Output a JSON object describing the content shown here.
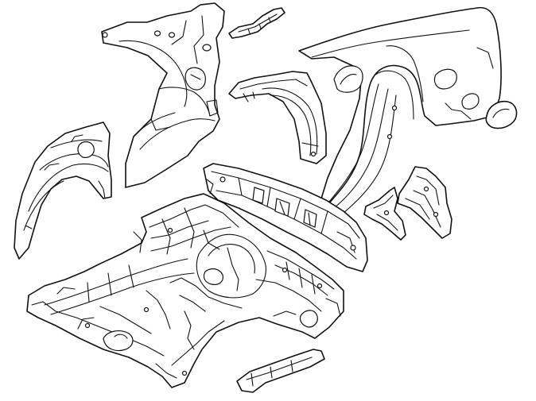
{
  "diagram": {
    "kind": "exploded line drawing of car rear body panels",
    "colors": {
      "background": "#ffffff",
      "ink": "#111111"
    },
    "parts": [
      "inner-wheelhouse-upper",
      "gutter-strip",
      "rear-quarter-panel",
      "fuel-filler-door",
      "wheel-arch-bracket",
      "outer-wheelhouse",
      "rear-panel-crossmember",
      "small-bracket",
      "side-bracket",
      "rear-floor-pan",
      "rear-rail-section"
    ]
  }
}
